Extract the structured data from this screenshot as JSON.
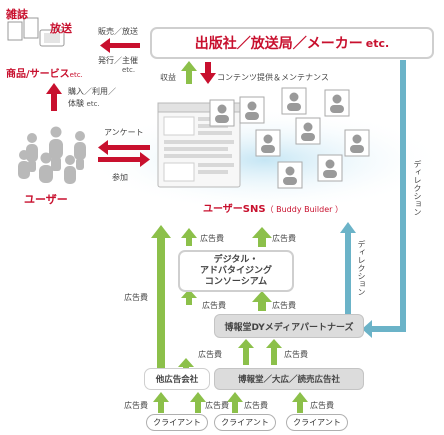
{
  "top_left": {
    "magazine": "雑誌",
    "broadcast": "放送",
    "products": "商品/サービス",
    "products_etc": "etc.",
    "sales_broadcast": "販売／放送",
    "publish_sponsor": "発行／主催",
    "publish_etc": "etc."
  },
  "publishers": {
    "label": "出版社／放送局／メーカー",
    "etc": "etc."
  },
  "flows": {
    "revenue": "収益",
    "content_provision": "コンテンツ提供＆メンテナンス",
    "purchase_use": "購入／利用／",
    "experience": "体験",
    "experience_etc": "etc.",
    "survey": "アンケート",
    "participation": "参加",
    "direction_right": "ディレクション",
    "direction_mid": "ディレクション"
  },
  "users": {
    "label": "ユーザー"
  },
  "sns": {
    "label": "ユーザーSNS",
    "sub": "（ Buddy Builder ）"
  },
  "consortium": {
    "line1": "デジタル・",
    "line2": "アドバタイジング",
    "line3": "コンソーシアム"
  },
  "dy_partners": {
    "label": "博報堂DYメディアパートナーズ"
  },
  "other_agency": {
    "label": "他広告会社"
  },
  "hakuhodo_group": {
    "label": "博報堂／大広／読売広告社"
  },
  "ad_fee": "広告費",
  "client": "クライアント",
  "colors": {
    "red": "#c8102e",
    "green": "#8cc04a",
    "teal": "#6bb3c8",
    "grey_box": "#dcdcdc"
  }
}
